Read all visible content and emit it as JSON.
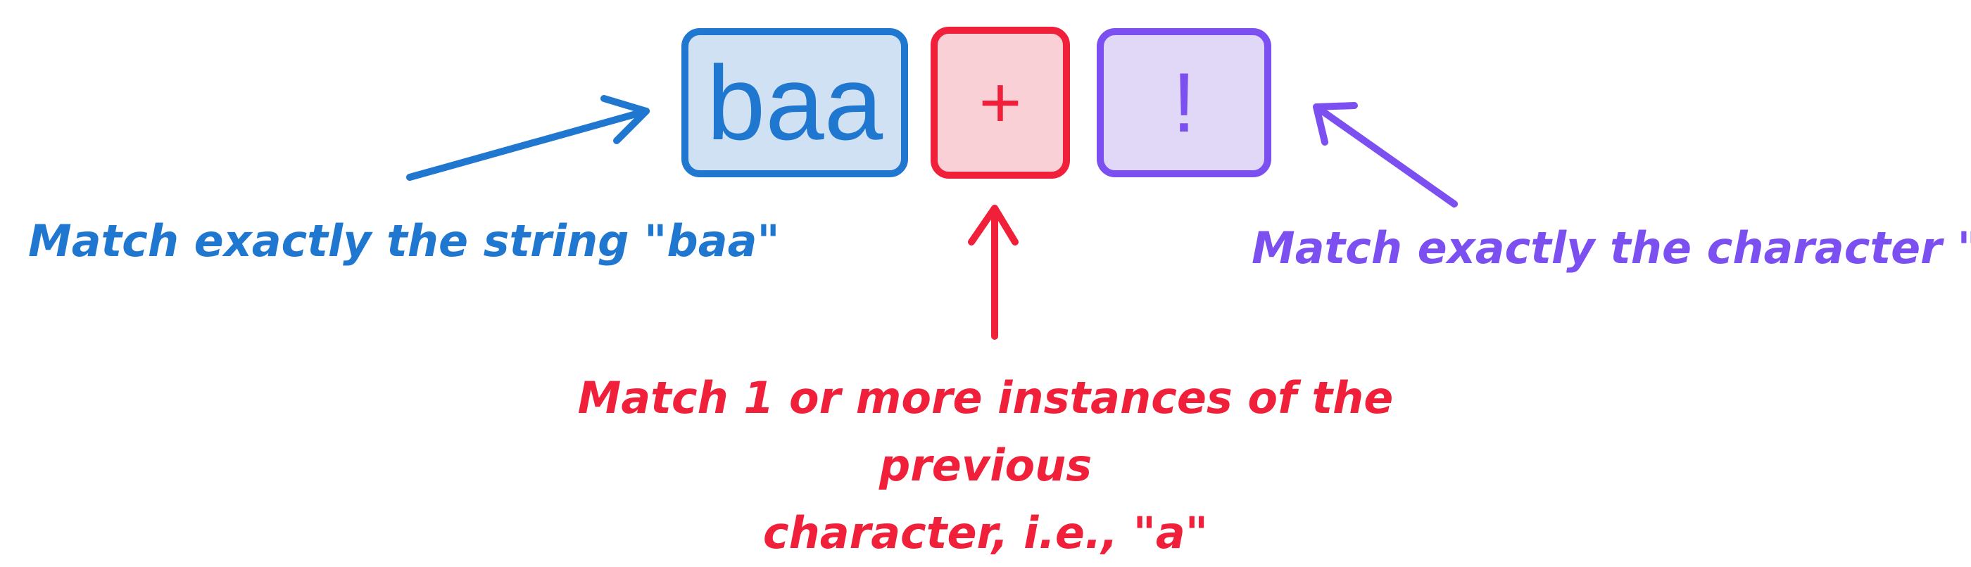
{
  "tokens": {
    "literal": "baa",
    "quantifier": "+",
    "bang": "!"
  },
  "annotations": {
    "literal": "Match exactly the string \"baa\"",
    "quantifier_line1": "Match 1 or more instances of the previous",
    "quantifier_line2": "character, i.e., \"a\"",
    "bang": "Match exactly the character \"!\""
  },
  "colors": {
    "blue": "#1f77d0",
    "red": "#f0203a",
    "purple": "#7c4ff0"
  }
}
